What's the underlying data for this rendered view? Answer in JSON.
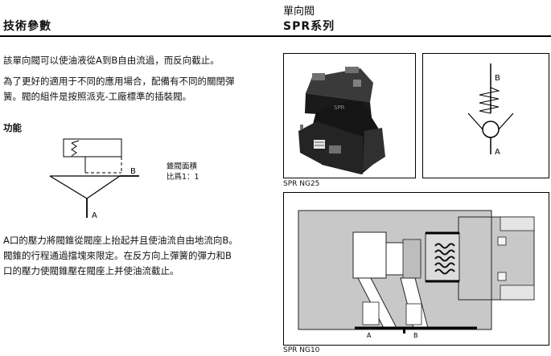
{
  "header": {
    "left_title": "技術參數",
    "right_title": "單向閥",
    "right_series": "SPR系列"
  },
  "intro": {
    "line1": "該單向閥可以使油液從A到B自由流過，而反向截止。",
    "line2a": "為了更好的適用于不同的應用場合，配備有不同的關閉彈",
    "line2b": "簧。閥的組件是按照派克-工廠標準的插裝閥。"
  },
  "function": {
    "heading": "功能",
    "area_label_1": "錐閥面積",
    "area_label_2": "比爲1：1",
    "port_a": "A",
    "port_b": "B",
    "desc1": "A口的壓力將閥錐從閥座上抬起并且使油流自由地流向B。",
    "desc2": "閥錐的行程通過擋塊來限定。在反方向上彈簧的彈力和B",
    "desc3": "口的壓力使閥錐壓在閥座上并使油流截止。"
  },
  "figures": {
    "photo_caption": "SPR NG25",
    "symbol_port_b": "B",
    "symbol_port_a": "A",
    "section_caption": "SPR NG10",
    "section_port_a": "A",
    "section_port_b": "B",
    "photo_label": "SPR"
  },
  "colors": {
    "valve_body": "#1a1a1a",
    "section_fill": "#c8c8c8"
  }
}
